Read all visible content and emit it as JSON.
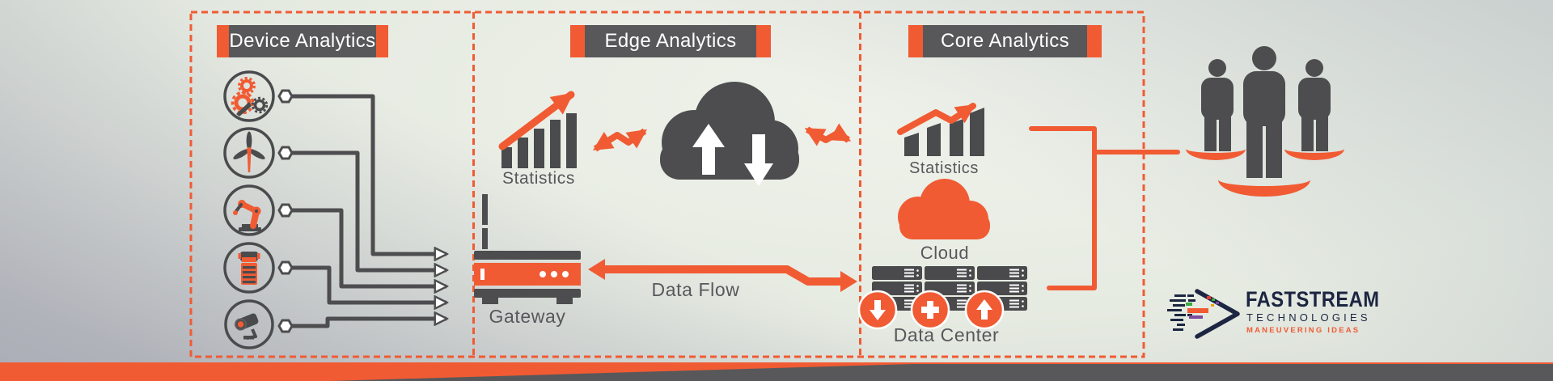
{
  "colors": {
    "orange": "#f15b33",
    "dark_gray": "#4d4d4f",
    "titlebar_gray": "#58585a",
    "label_gray": "#58585c",
    "logo_navy": "#1c2541",
    "white": "#ffffff"
  },
  "sections": {
    "device": {
      "title": "Device Analytics",
      "device_icons": [
        "gears-icon",
        "wind-turbine-icon",
        "robot-arm-icon",
        "truck-icon",
        "cctv-camera-icon"
      ]
    },
    "edge": {
      "title": "Edge Analytics",
      "statistics_label": "Statistics",
      "gateway_label": "Gateway",
      "data_flow_label": "Data Flow",
      "icons": [
        "bar-chart-rise-icon",
        "sync-zigzag-arrow-icon",
        "cloud-upload-download-icon",
        "gateway-router-icon",
        "data-flow-arrow-icon"
      ]
    },
    "core": {
      "title": "Core Analytics",
      "statistics_label": "Statistics",
      "cloud_label": "Cloud",
      "data_center_label": "Data Center",
      "icons": [
        "bar-chart-trend-icon",
        "cloud-icon",
        "server-rack-icon",
        "download-circle-icon",
        "plus-circle-icon",
        "upload-circle-icon"
      ]
    },
    "audience": {
      "icon": "users-group-icon"
    }
  },
  "logo": {
    "brand": "FASTSTREAM",
    "line2": "TECHNOLOGIES",
    "tagline": "MANEUVERING IDEAS"
  }
}
